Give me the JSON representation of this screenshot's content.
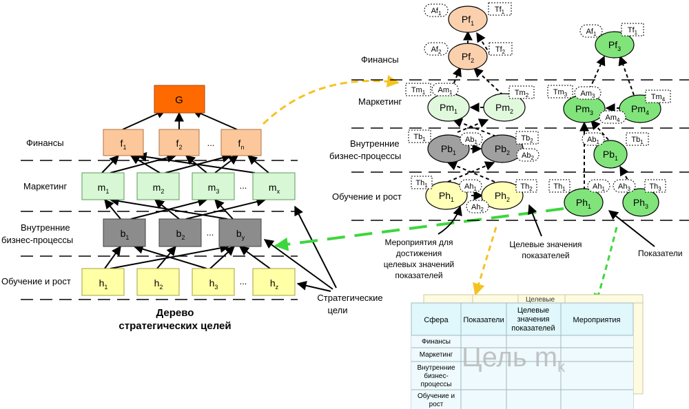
{
  "colors": {
    "goal": "#ff6a00",
    "finance": "#fcc89b",
    "marketing": "#d8f7d4",
    "internal": "#8c8c8c",
    "learning": "#ffffa6",
    "green_node": "#80e47b",
    "pale_green_node": "#e0f8dc",
    "peach_node": "#fbd0ad",
    "gray_node": "#a0a0a0",
    "yellow_node": "#ffffb8",
    "arrow_yellow": "#f5c321",
    "arrow_green": "#3ed63e",
    "table_header": "#e0f7fb",
    "table_back": "#fffbe0"
  },
  "tree": {
    "perspectives": {
      "finance": "Финансы",
      "marketing": "Маркетинг",
      "internal_line1": "Внутренние",
      "internal_line2": "бизнес-процессы",
      "learning": "Обучение и рост"
    },
    "goal": "G",
    "ellipsis": "...",
    "finance_nodes": [
      {
        "base": "f",
        "sub": "1"
      },
      {
        "base": "f",
        "sub": "2"
      },
      {
        "base": "f",
        "sub": "n"
      }
    ],
    "marketing_nodes": [
      {
        "base": "m",
        "sub": "1"
      },
      {
        "base": "m",
        "sub": "2"
      },
      {
        "base": "m",
        "sub": "3"
      },
      {
        "base": "m",
        "sub": "x"
      }
    ],
    "internal_nodes": [
      {
        "base": "b",
        "sub": "1"
      },
      {
        "base": "b",
        "sub": "2"
      },
      {
        "base": "b",
        "sub": "y"
      }
    ],
    "learning_nodes": [
      {
        "base": "h",
        "sub": "1"
      },
      {
        "base": "h",
        "sub": "2"
      },
      {
        "base": "h",
        "sub": "3"
      },
      {
        "base": "h",
        "sub": "z"
      }
    ],
    "caption_line1": "Дерево",
    "caption_line2": "стратегических целей",
    "strategic_goals_line1": "Стратегические",
    "strategic_goals_line2": "цели"
  },
  "map1": {
    "perspectives": {
      "finance": "Финансы",
      "marketing": "Маркетинг",
      "internal_line1": "Внутренние",
      "internal_line2": "бизнес-процессы",
      "learning": "Обучение и рост"
    },
    "nodes": {
      "pf1": {
        "base": "Pf",
        "sub": "1"
      },
      "pf2": {
        "base": "Pf",
        "sub": "2"
      },
      "pm1": {
        "base": "Pm",
        "sub": "1"
      },
      "pm2": {
        "base": "Pm",
        "sub": "2"
      },
      "pb1": {
        "base": "Pb",
        "sub": "1"
      },
      "pb2": {
        "base": "Pb",
        "sub": "2"
      },
      "ph1": {
        "base": "Ph",
        "sub": "1"
      },
      "ph2": {
        "base": "Ph",
        "sub": "2"
      }
    },
    "tags": {
      "af1": {
        "base": "Af",
        "sub": "1"
      },
      "tf1": {
        "base": "Tf",
        "sub": "1"
      },
      "af2": {
        "base": "Af",
        "sub": "2"
      },
      "tf2": {
        "base": "Tf",
        "sub": "2"
      },
      "tm1": {
        "base": "Tm",
        "sub": "1"
      },
      "am1": {
        "base": "Am",
        "sub": "1"
      },
      "tm2": {
        "base": "Tm",
        "sub": "2"
      },
      "tb1": {
        "base": "Tb",
        "sub": "1"
      },
      "ab1": {
        "base": "Ab",
        "sub": "1"
      },
      "tb2": {
        "base": "Tb",
        "sub": "2"
      },
      "ab2": {
        "base": "Ab",
        "sub": "2"
      },
      "th1": {
        "base": "Th",
        "sub": "1"
      },
      "ah1": {
        "base": "Ah",
        "sub": "1"
      },
      "th2": {
        "base": "Th",
        "sub": "2"
      },
      "ah2": {
        "base": "Ah",
        "sub": "2"
      }
    },
    "callouts": {
      "measures_line1": "Мероприятия для",
      "measures_line2": "достижения",
      "measures_line3": "целевых значений",
      "measures_line4": "показателей",
      "targets_line1": "Целевые значения",
      "targets_line2": "показателей"
    }
  },
  "map2": {
    "nodes": {
      "pf3": {
        "base": "Pf",
        "sub": "3"
      },
      "pm3": {
        "base": "Pm",
        "sub": "3"
      },
      "pm4": {
        "base": "Pm",
        "sub": "4"
      },
      "pb1": {
        "base": "Pb",
        "sub": "1"
      },
      "ph1": {
        "base": "Ph",
        "sub": "1"
      },
      "ph3": {
        "base": "Ph",
        "sub": "3"
      }
    },
    "tags": {
      "af1": {
        "base": "Af",
        "sub": "1"
      },
      "tf1": {
        "base": "Tf",
        "sub": "1"
      },
      "tm3": {
        "base": "Tm",
        "sub": "3"
      },
      "am3": {
        "base": "Am",
        "sub": "3"
      },
      "tm4": {
        "base": "Tm",
        "sub": "4"
      },
      "am4": {
        "base": "Am",
        "sub": "4"
      },
      "ab1": {
        "base": "Ab",
        "sub": "1"
      },
      "tb1": {
        "base": "Tb",
        "sub": "1"
      },
      "th1": {
        "base": "Th",
        "sub": "1"
      },
      "ah1": {
        "base": "Ah",
        "sub": "1"
      },
      "ah3": {
        "base": "Ah",
        "sub": "3"
      },
      "th3": {
        "base": "Th",
        "sub": "3"
      }
    },
    "indicators": "Показатели"
  },
  "table": {
    "back_header": "Целевые",
    "headers": {
      "sphere": "Сфера",
      "indicators": "Показатели",
      "targets_line1": "Целевые",
      "targets_line2": "значения",
      "targets_line3": "показателей",
      "measures": "Мероприятия"
    },
    "rows": {
      "finance": "Финансы",
      "marketing": "Маркетинг",
      "internal_line1": "Внутренние",
      "internal_line2": "бизнес-",
      "internal_line3": "процессы",
      "learning_line1": "Обучение и",
      "learning_line2": "рост"
    },
    "watermark_main": "Цель m",
    "watermark_sub": "k"
  }
}
